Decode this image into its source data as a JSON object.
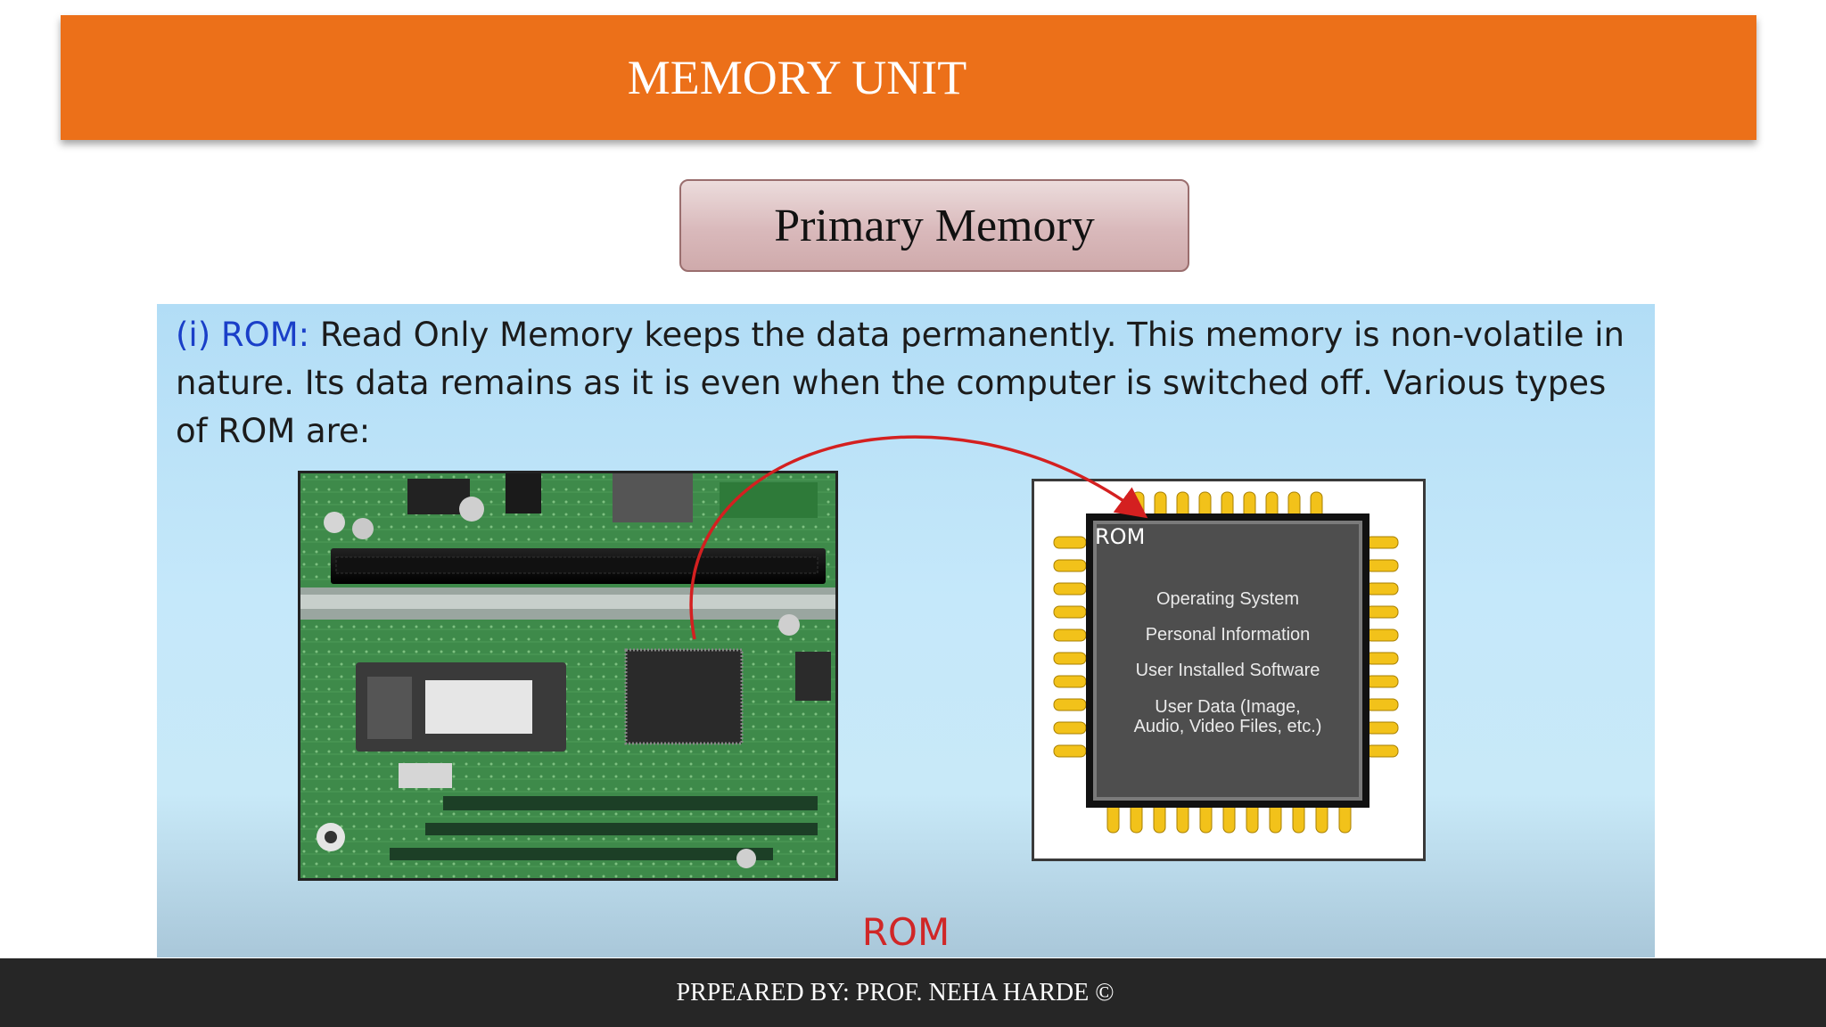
{
  "header": {
    "title": "MEMORY UNIT"
  },
  "subtitle": "Primary Memory",
  "description": {
    "lead": "(i) ROM:",
    "body": " Read Only Memory keeps the data permanently. This memory is non-volatile in nature. Its data remains as it is even when the computer is switched off. Various types of ROM are:"
  },
  "chip": {
    "label": "ROM",
    "contents": [
      "Operating System",
      "Personal Information",
      "User Installed Software",
      "User Data (Image,",
      "Audio, Video Files, etc.)"
    ]
  },
  "caption": "ROM",
  "footer": {
    "text": "PRPEARED BY: PROF. NEHA HARDE ©"
  },
  "colors": {
    "header_bg": "#ec7019",
    "footer_bg": "#262626",
    "lead_text": "#1a3fc8",
    "caption_text": "#d02727",
    "arrow": "#d42020",
    "chip_pin": "#f2c21a"
  },
  "icons": [
    "motherboard-photo",
    "rom-chip-illustration",
    "curved-arrow"
  ]
}
